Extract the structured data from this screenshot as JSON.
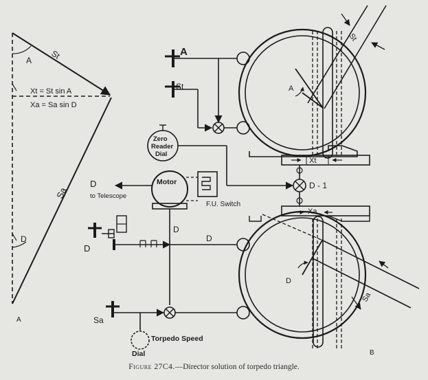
{
  "triangle": {
    "st": "St",
    "sa": "Sa",
    "angle_a": "A",
    "angle_d": "D",
    "xt_eq": "Xt = St sin A",
    "xa_eq": "Xa = Sa sin D",
    "corner": "A"
  },
  "mechanism": {
    "input_a": "A",
    "input_st": "St",
    "input_sa": "Sa",
    "input_d": "D",
    "zero_reader_line1": "Zero",
    "zero_reader_line2": "Reader",
    "zero_reader_line3": "Dial",
    "motor": "Motor",
    "fu_switch": "F.U. Switch",
    "d_out": "D",
    "to_telescope": "to Telescope",
    "d_shaft_label": "D",
    "d_line_label": "D",
    "d_minus_one": "D - 1",
    "xt_gap": "Xt",
    "xa_gap": "Xa",
    "st_arrow": "St",
    "sa_arrow": "Sa",
    "angle_a_top": "A",
    "angle_d_bottom": "D",
    "torpedo_line1": "Torpedo Speed",
    "torpedo_line2": "Dial",
    "corner_b": "B"
  },
  "caption": {
    "figure": "Figure 27C4.",
    "text": "—Director solution of torpedo triangle."
  },
  "colors": {
    "ink": "#1b1b1b",
    "paper": "#e6e7e3"
  }
}
